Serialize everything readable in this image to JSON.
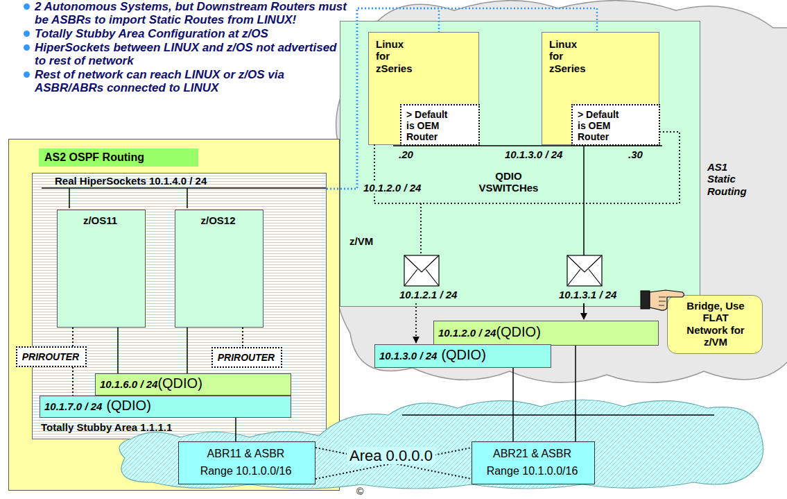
{
  "diagram": {
    "nodes": [
      {
        "text": [
          "AS1 Static Routing"
        ]
      },
      {
        "text": [
          "z/VM"
        ],
        "in": 0
      },
      {
        "text": [
          "Linux for zSeries"
        ],
        "in": 1
      },
      {
        "text": [
          "> Default is OEM Router"
        ],
        "in": 2
      },
      {
        "text": [
          "Linux for zSeries"
        ],
        "in": 1
      },
      {
        "text": [
          "> Default is OEM Router"
        ],
        "in": 4
      },
      {
        "text": [
          "AS2 OSPF Routing"
        ]
      },
      {
        "text": [
          "Real HiperSockets 10.1.4.0 / 24",
          "Totally Stubby Area 1.1.1.1"
        ],
        "in": 6
      },
      {
        "text": [
          "z/OS11"
        ],
        "in": 7
      },
      {
        "text": [
          "z/OS12"
        ],
        "in": 7
      },
      {
        "text": [
          "PRIROUTER"
        ],
        "in": 6
      },
      {
        "text": [
          "PRIROUTER"
        ],
        "in": 7
      },
      {
        "text": [
          "10.1.6.0 / 24",
          "(QDIO)"
        ],
        "in": 7
      },
      {
        "text": [
          "10.1.7.0 / 24",
          "(QDIO)"
        ],
        "in": 7
      },
      {
        "text": [
          "10.1.2.0 / 24",
          "(QDIO)"
        ]
      },
      {
        "text": [
          "10.1.3.0 / 24",
          "(QDIO)"
        ]
      },
      {
        "text": [
          "Bridge, Use FLAT Network for z/VM"
        ]
      },
      {
        "text": [
          "Area 0.0.0.0"
        ]
      },
      {
        "text": [
          "ABR11 & ASBR",
          "Range 10.1.0.0/16"
        ],
        "in": 17
      },
      {
        "text": [
          "ABR21 & ASBR",
          "Range 10.1.0.0/16"
        ],
        "in": 17
      }
    ],
    "edges": [
      {
        "from": 7,
        "to": 2,
        "arrow": "none"
      },
      {
        "from": 7,
        "to": 4,
        "arrow": "none"
      },
      {
        "from": 8,
        "to": 10,
        "arrow": "none"
      },
      {
        "from": 10,
        "to": 13,
        "arrow": "none"
      },
      {
        "from": 8,
        "to": 12,
        "arrow": "none"
      },
      {
        "from": 9,
        "to": 12,
        "arrow": "none"
      },
      {
        "from": 9,
        "to": 11,
        "arrow": "none"
      },
      {
        "from": 13,
        "to": 18,
        "arrow": "none"
      },
      {
        "from": 15,
        "to": 19,
        "arrow": "none"
      },
      {
        "from": 14,
        "to": 19,
        "arrow": "none"
      },
      {
        "from": 18,
        "to": 19,
        "arrow": "none"
      },
      {
        "from": 18,
        "to": 19,
        "arrow": "none"
      }
    ],
    "labels": [
      "2 Autonomous Systems, but Downstream Routers must be ASBRs to import Static Routes from LINUX!",
      "Totally Stubby Area Configuration at z/OS",
      "HiperSockets between LINUX and z/OS not advertised to rest of network",
      "Rest of network can reach LINUX or z/OS via ASBR/ABRs connected to LINUX",
      "QDIO VSWITCHes",
      ".20",
      "10.1.3.0 / 24",
      ".30",
      "10.1.2.0 / 24",
      "10.1.2.1 / 24",
      "10.1.3.1 / 24",
      "©"
    ]
  }
}
